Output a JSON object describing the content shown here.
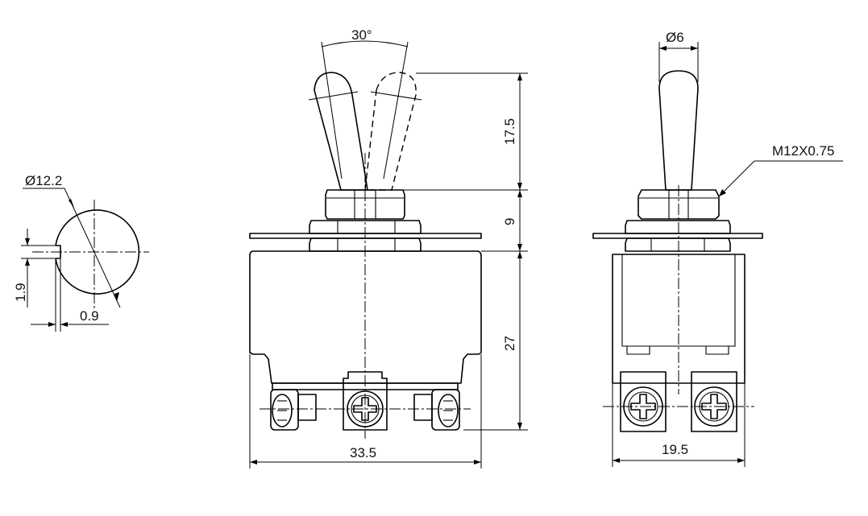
{
  "dimensions": {
    "shaft_diameter": "Ø12.2",
    "flat_depth": "1.9",
    "flat_width": "0.9",
    "lever_angle": "30°",
    "lever_height": "17.5",
    "bushing_height": "9",
    "body_height": "27",
    "body_width": "33.5",
    "lever_diameter": "Ø6",
    "thread": "M12X0.75",
    "side_width": "19.5"
  },
  "colors": {
    "line": "#000000",
    "background": "#ffffff"
  }
}
